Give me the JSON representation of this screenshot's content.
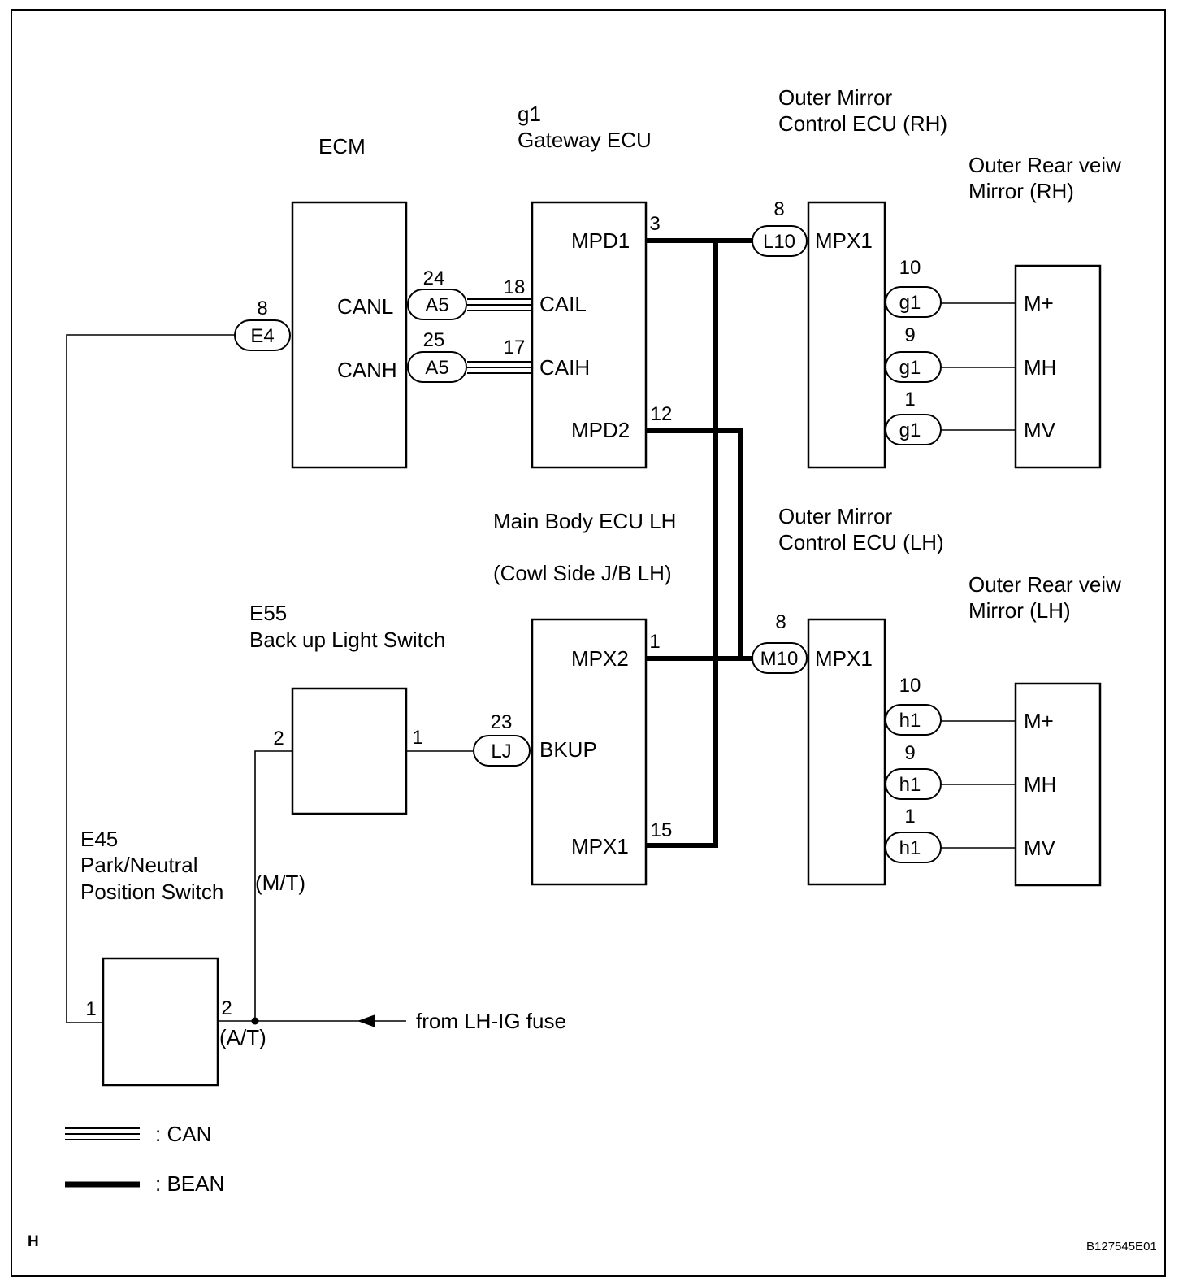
{
  "diagram": {
    "components": {
      "ecm": {
        "title": "ECM",
        "pin_canl": "CANL",
        "pin_canh": "CANH"
      },
      "gateway": {
        "code": "g1",
        "title": "Gateway ECU",
        "pin_mpd1": "MPD1",
        "pin_cail": "CAIL",
        "pin_caih": "CAIH",
        "pin_mpd2": "MPD2"
      },
      "mirror_ecu_rh": {
        "line1": "Outer Mirror",
        "line2": "Control ECU (RH)",
        "pin_mpx1": "MPX1"
      },
      "mirror_rh": {
        "line1": "Outer Rear veiw",
        "line2": "Mirror (RH)",
        "pin_mplus": "M+",
        "pin_mh": "MH",
        "pin_mv": "MV"
      },
      "main_body": {
        "line1": "Main Body ECU LH",
        "line2": "(Cowl Side J/B LH)",
        "pin_mpx2": "MPX2",
        "pin_bkup": "BKUP",
        "pin_mpx1": "MPX1"
      },
      "mirror_ecu_lh": {
        "line1": "Outer Mirror",
        "line2": "Control ECU (LH)",
        "pin_mpx1": "MPX1"
      },
      "mirror_lh": {
        "line1": "Outer Rear veiw",
        "line2": "Mirror (LH)",
        "pin_mplus": "M+",
        "pin_mh": "MH",
        "pin_mv": "MV"
      },
      "backup_switch": {
        "code": "E55",
        "title": "Back up Light Switch"
      },
      "pnp_switch": {
        "code": "E45",
        "line1": "Park/Neutral",
        "line2": "Position  Switch"
      }
    },
    "connectors": {
      "e4": {
        "name": "E4",
        "pin": "8"
      },
      "a5_l": {
        "name": "A5",
        "pin": "24"
      },
      "a5_h": {
        "name": "A5",
        "pin": "25"
      },
      "l10": {
        "name": "L10",
        "pin": "8"
      },
      "g1_a": {
        "name": "g1",
        "pin": "10"
      },
      "g1_b": {
        "name": "g1",
        "pin": "9"
      },
      "g1_c": {
        "name": "g1",
        "pin": "1"
      },
      "m10": {
        "name": "M10",
        "pin": "8"
      },
      "h1_a": {
        "name": "h1",
        "pin": "10"
      },
      "h1_b": {
        "name": "h1",
        "pin": "9"
      },
      "h1_c": {
        "name": "h1",
        "pin": "1"
      },
      "lj": {
        "name": "LJ",
        "pin": "23"
      }
    },
    "pin_numbers": {
      "gw_cail": "18",
      "gw_caih": "17",
      "gw_mpd1": "3",
      "gw_mpd2": "12",
      "mb_mpx2": "1",
      "mb_mpx1": "15",
      "bk_in": "2",
      "bk_out": "1",
      "pnp_1": "1",
      "pnp_2": "2"
    },
    "notes": {
      "mt": "(M/T)",
      "at": "(A/T)",
      "fuse": "from LH-IG fuse"
    },
    "legend": {
      "can": ": CAN",
      "bean": ": BEAN"
    },
    "corner_left": "H",
    "figure_id": "B127545E01"
  }
}
